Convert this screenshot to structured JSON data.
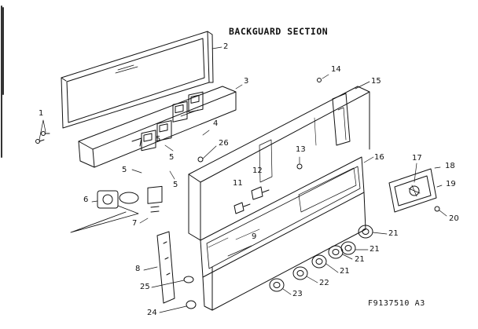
{
  "title": "BACKGUARD SECTION",
  "figure_id": "F9137510   A3",
  "callouts": {
    "c1": "1",
    "c2": "2",
    "c3": "3",
    "c4": "4",
    "c5a": "5",
    "c5b": "5",
    "c5c": "5",
    "c5d": "5",
    "c6": "6",
    "c7": "7",
    "c8": "8",
    "c9": "9",
    "c11": "11",
    "c12": "12",
    "c13": "13",
    "c14": "14",
    "c15": "15",
    "c16": "16",
    "c17": "17",
    "c18": "18",
    "c19": "19",
    "c20": "20",
    "c21a": "21",
    "c21b": "21",
    "c21c": "21",
    "c21d": "21",
    "c22": "22",
    "c23": "23",
    "c24": "24",
    "c25": "25",
    "c26": "26"
  }
}
